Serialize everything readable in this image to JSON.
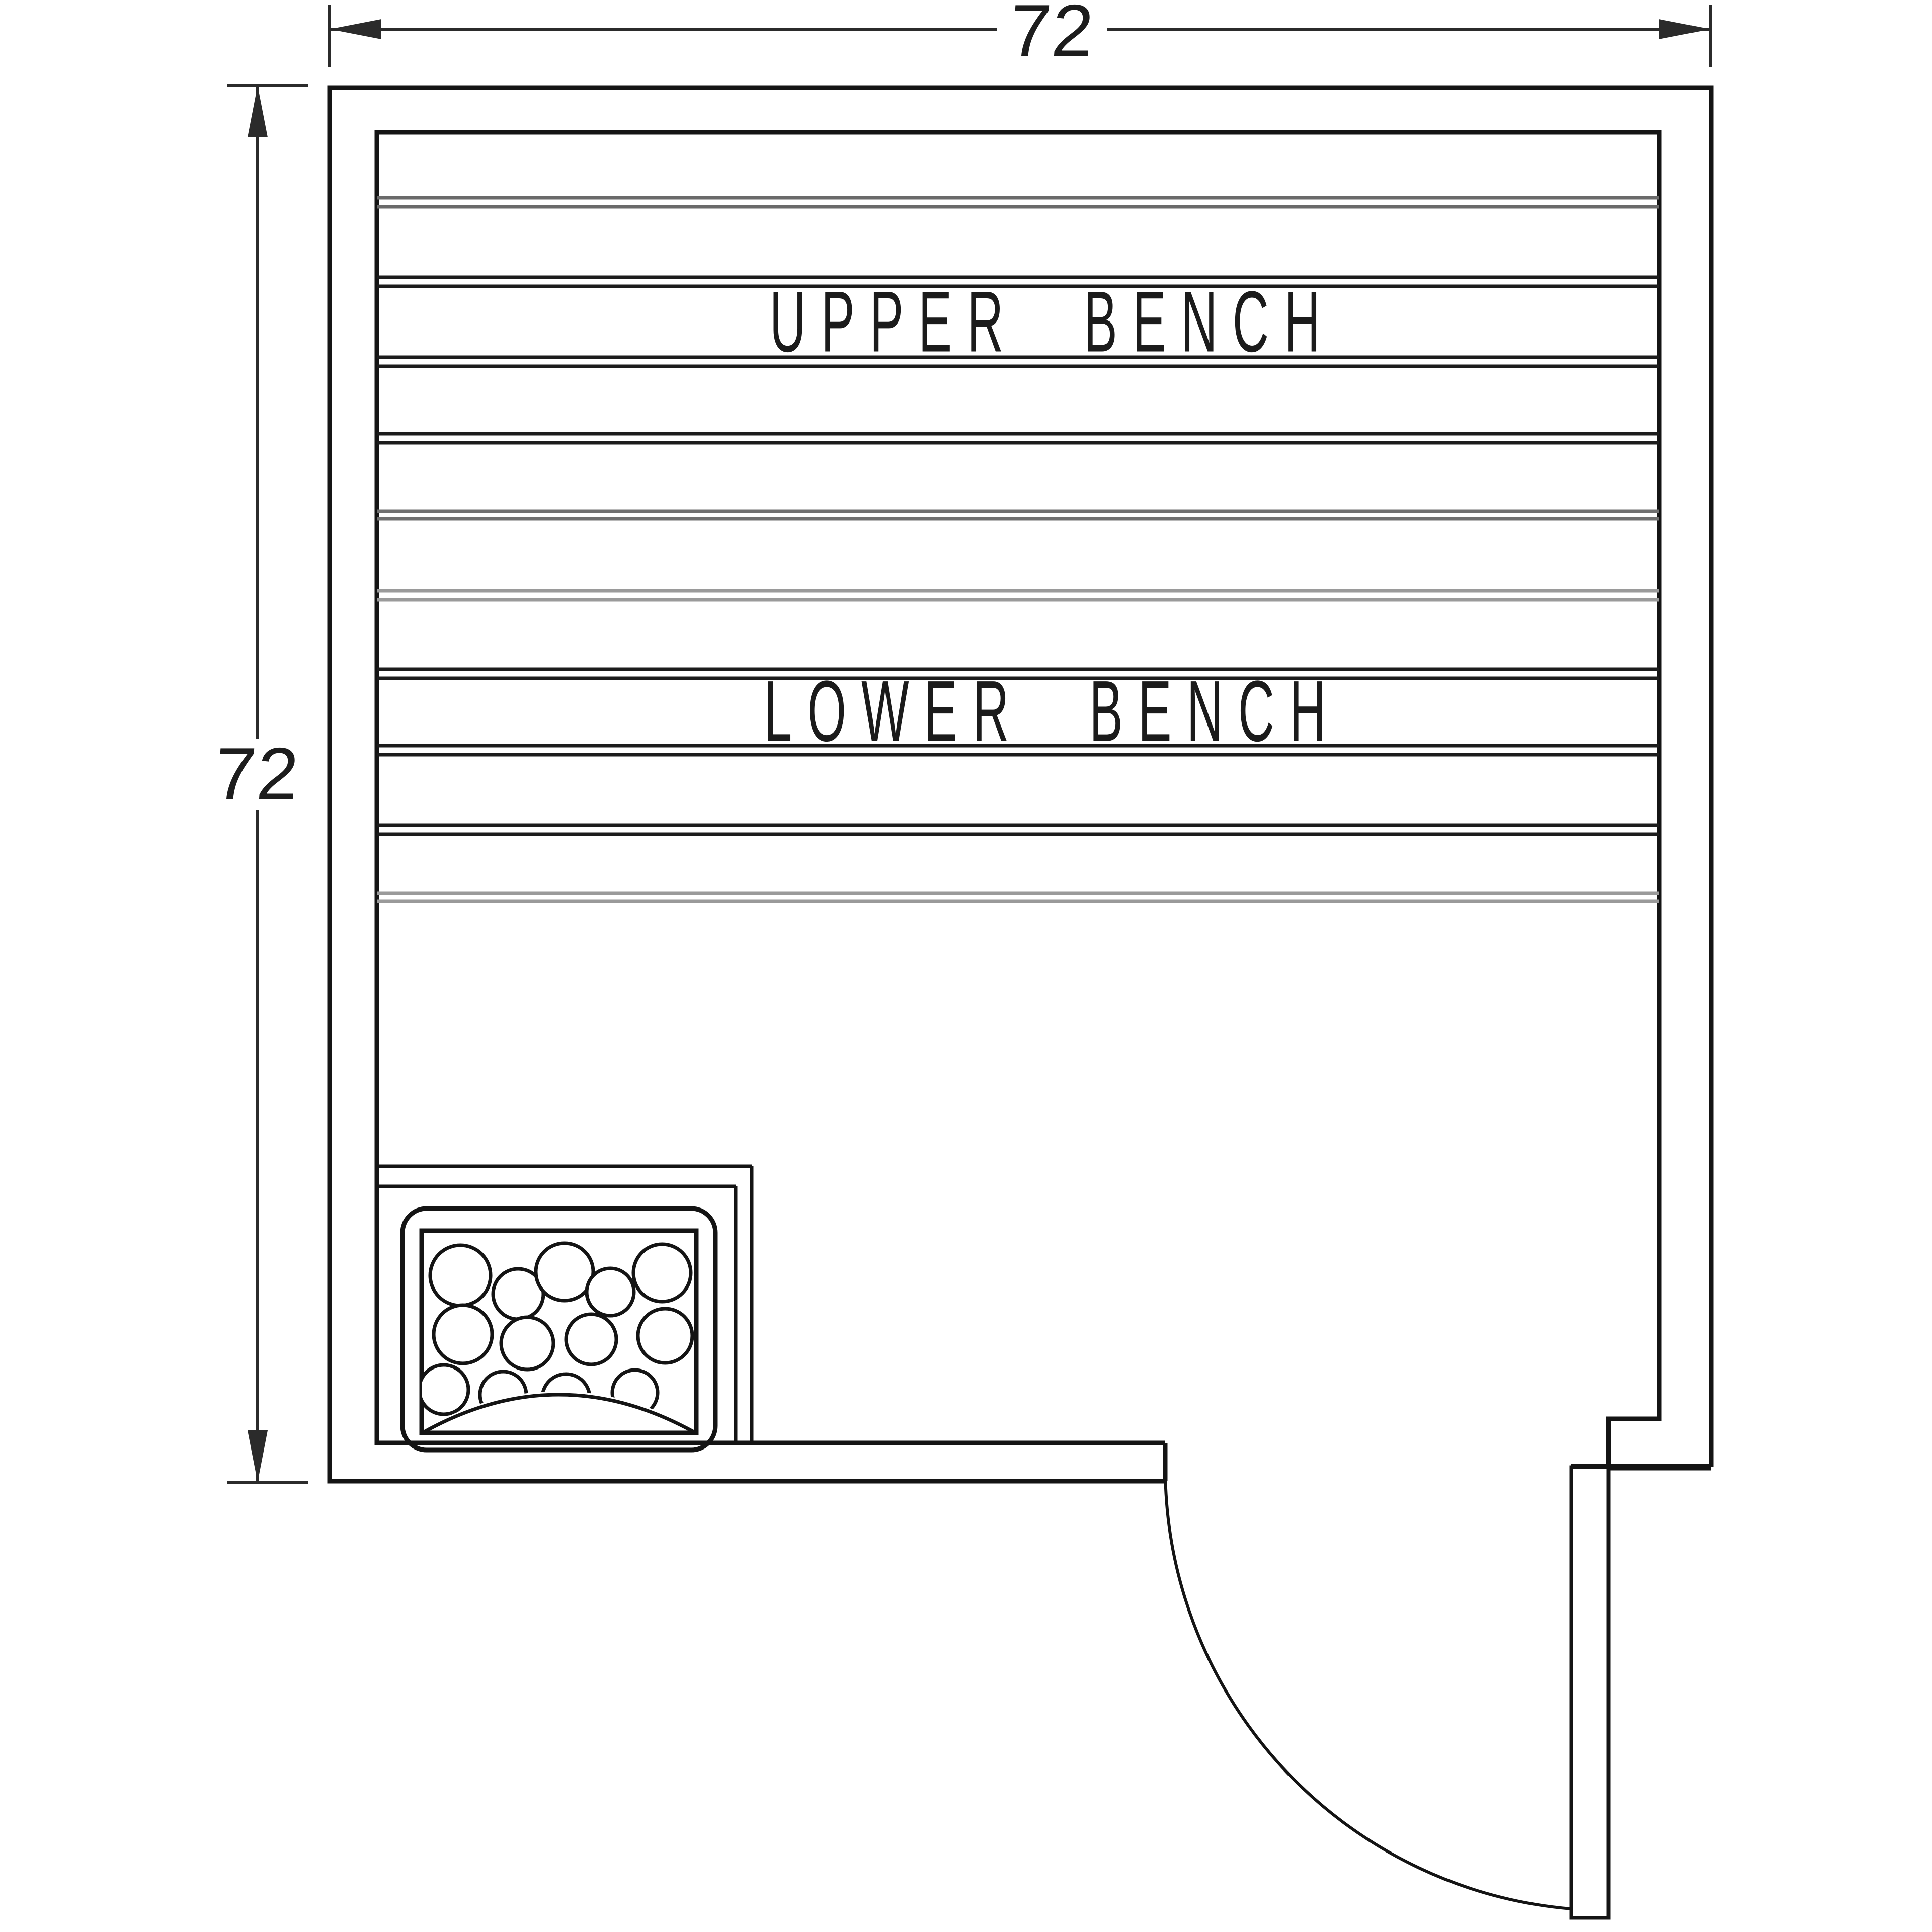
{
  "diagram": {
    "type": "floor-plan",
    "subject": "sauna room layout plan view",
    "room": {
      "width_label": "72",
      "depth_label": "72"
    },
    "dimensions": {
      "top": {
        "value": "72"
      },
      "left": {
        "value": "72"
      }
    },
    "labels": {
      "upper_bench": "UPPER BENCH",
      "lower_bench": "LOWER BENCH"
    },
    "features": {
      "heater": {
        "kind": "rock-filled sauna heater",
        "rock_count": 13
      },
      "door": {
        "position": "bottom-right",
        "swing": "outward quarter-circle"
      },
      "benches": [
        "upper bench",
        "lower bench"
      ]
    },
    "colors": {
      "line": "#141414",
      "dim_line": "#2b2b2b",
      "plank_dark": "#1c1c1c",
      "plank_gray": "#6a6a6a",
      "plank_light_gray": "#9a9a9a",
      "background": "#ffffff"
    }
  }
}
